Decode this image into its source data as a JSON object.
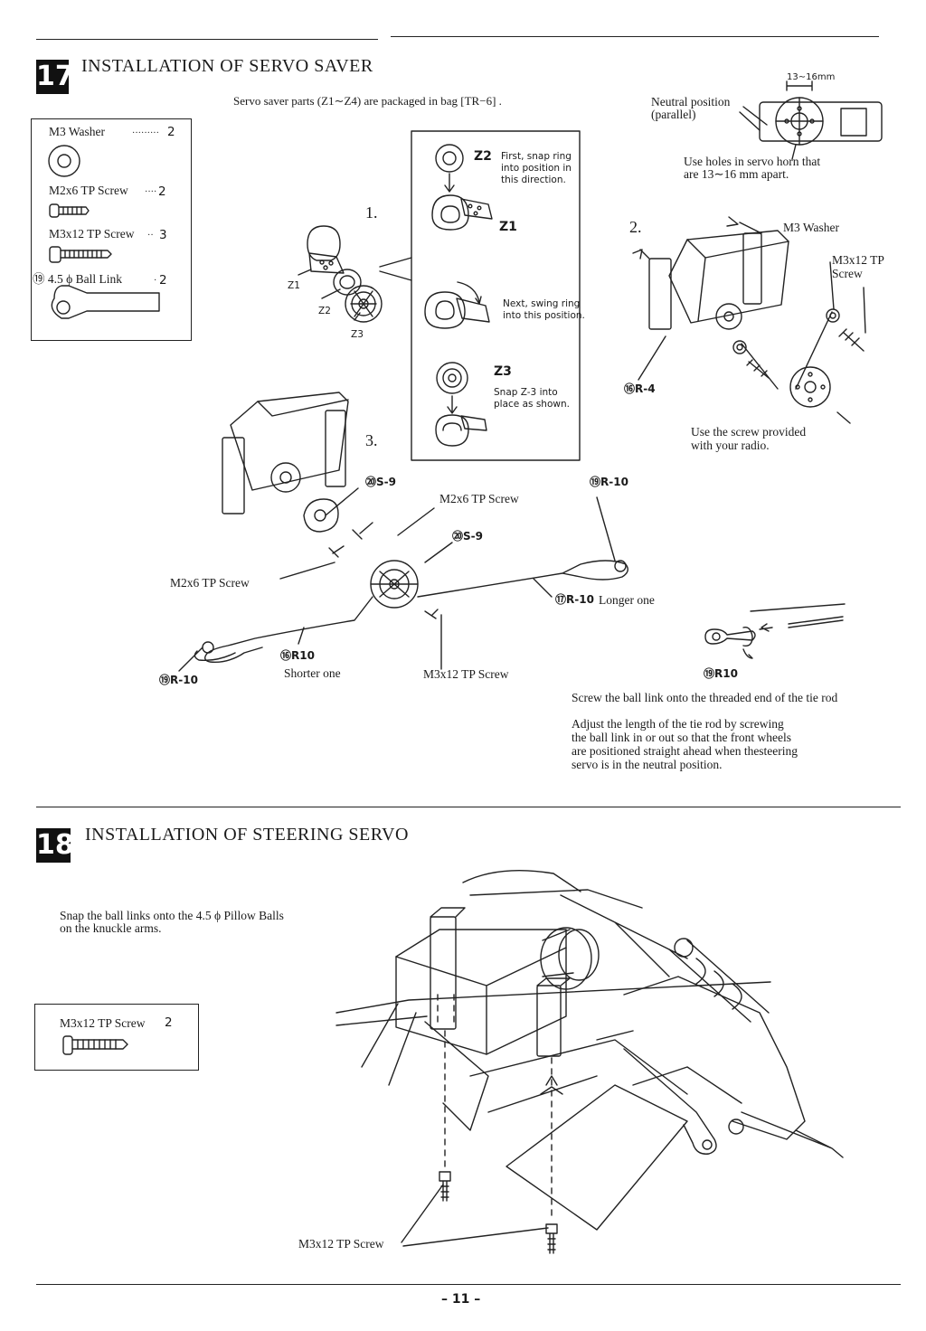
{
  "step17": {
    "number": "17",
    "title": "INSTALLATION OF SERVO SAVER",
    "intro": "Servo saver parts (Z1∼Z4) are packaged in bag [TR−6] .",
    "parts_box": {
      "items": [
        {
          "name": "M3 Washer",
          "dots": "·········",
          "qty": "2"
        },
        {
          "name": "M2x6 TP Screw",
          "dots": "····",
          "qty": "2"
        },
        {
          "name": "M3x12 TP Screw",
          "dots": "··",
          "qty": "3"
        },
        {
          "name": "⑲ 4.5 ϕ Ball Link",
          "dots": "·",
          "qty": "2"
        }
      ]
    },
    "sub_steps": {
      "s1": "1.",
      "s2": "2.",
      "s3": "3."
    },
    "z_labels": {
      "z1": "Z1",
      "z2": "Z2",
      "z3": "Z3"
    },
    "inset": {
      "z2_label": "Z2",
      "z2_text": [
        "First, snap ring",
        "into position in",
        "this direction."
      ],
      "z1_label": "Z1",
      "swing_text": [
        "Next, swing ring",
        "into this position."
      ],
      "z3_label": "Z3",
      "z3_text": [
        "Snap  Z-3  into",
        "place as shown."
      ]
    },
    "neutral": {
      "label": [
        "Neutral position",
        "(parallel)"
      ],
      "dimension": "13∼16mm",
      "note": [
        "Use holes in servo horn that",
        "are 13∼16 mm apart."
      ]
    },
    "step2": {
      "m3_washer": "M3 Washer",
      "m3x12": [
        "M3x12 TP",
        "Screw"
      ],
      "part_r4": "⑯R-4",
      "screw_note": [
        "Use the screw provided",
        "with your radio."
      ]
    },
    "step3": {
      "s9_a": "⑳S-9",
      "s9_b": "⑳S-9",
      "m2x6_a": "M2x6 TP Screw",
      "m2x6_b": "M2x6 TP Screw",
      "r10_right": "⑲R-10",
      "r10_longer_code": "⑰R-10",
      "r10_longer_text": "Longer one",
      "r10_short_code": "⑯R10",
      "r10_short_text": "Shorter one",
      "r10_left": "⑲R-10",
      "m3x12": "M3x12 TP Screw"
    },
    "tie_rod": {
      "part": "⑲R10",
      "screw_text": "Screw the ball link onto the threaded end of the tie rod",
      "adjust_text": [
        "Adjust the length of the tie rod by screwing",
        "the ball link in or out so that the front  wheels",
        "are positioned straight ahead when  thesteering",
        "servo is in the neutral position."
      ]
    }
  },
  "step18": {
    "number": "18",
    "title": "INSTALLATION OF STEERING SERVO",
    "instruction": [
      "Snap the ball links onto the 4.5 ϕ  Pillow Balls",
      "on the knuckle arms."
    ],
    "parts_box": {
      "name": "M3x12 TP Screw",
      "qty": "2"
    },
    "screw_label": "M3x12 TP Screw"
  },
  "page_number": "– 11 –"
}
